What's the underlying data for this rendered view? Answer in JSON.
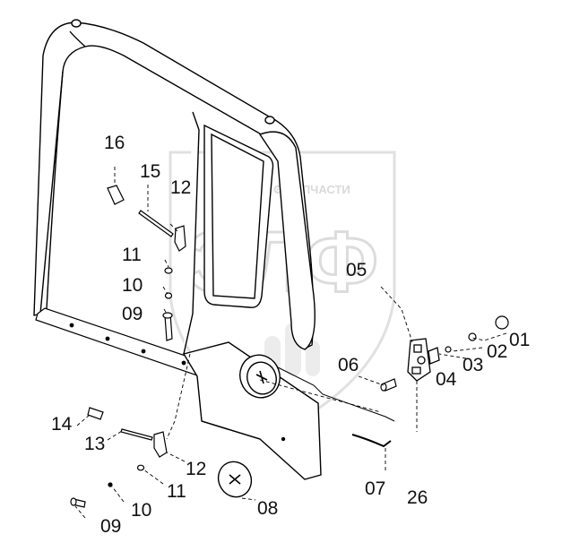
{
  "diagram": {
    "watermark": {
      "small_text": "ТЕХНИКА  ⚙  ЗАПЧАСТИ",
      "big_text": "ЭЛФ"
    },
    "callouts": {
      "c01": "01",
      "c02": "02",
      "c03": "03",
      "c04": "04",
      "c05": "05",
      "c06": "06",
      "c07": "07",
      "c08": "08",
      "c09a": "09",
      "c10a": "10",
      "c11a": "11",
      "c12a": "12",
      "c09b": "09",
      "c10b": "10",
      "c11b": "11",
      "c12b": "12",
      "c13": "13",
      "c14": "14",
      "c15": "15",
      "c16": "16",
      "c26": "26"
    }
  }
}
